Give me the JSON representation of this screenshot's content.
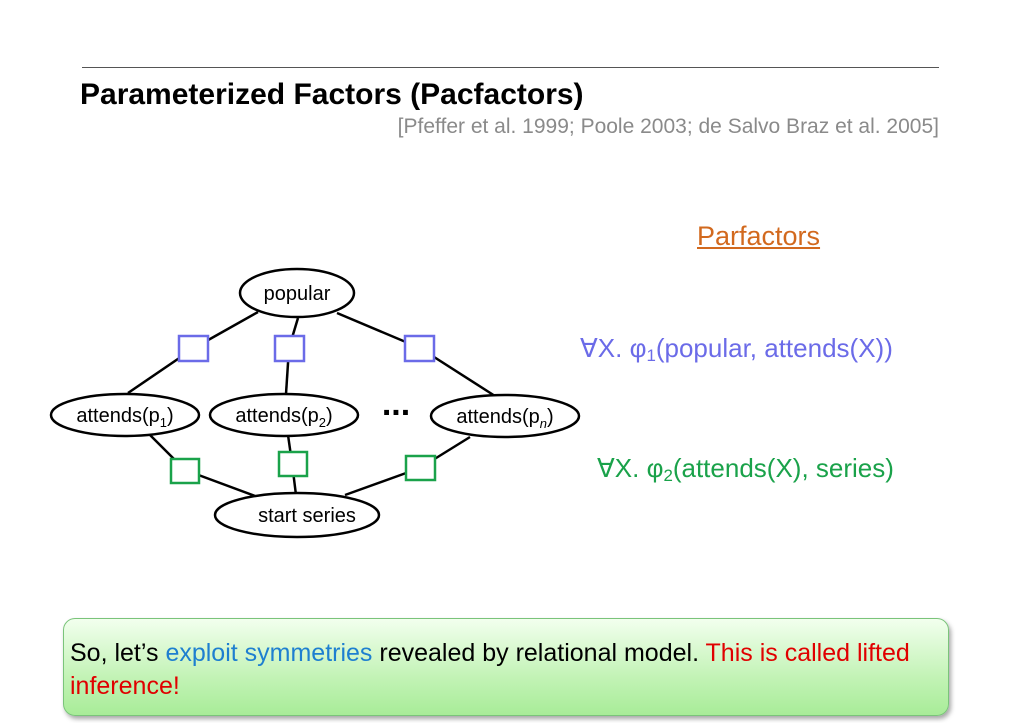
{
  "slide": {
    "title": "Parameterized Factors (Pacfactors)",
    "citation": "[Pfeffer et al. 1999; Poole 2003; de Salvo Braz et al. 2005]"
  },
  "diagram": {
    "nodes": {
      "popular": "popular",
      "attends_p1": {
        "base": "attends(p",
        "sub": "1",
        "close": ")"
      },
      "attends_p2": {
        "base": "attends(p",
        "sub": "2",
        "close": ")"
      },
      "attends_pn": {
        "base": "attends(p",
        "sub": "n",
        "close": ")"
      },
      "start_series": "start series"
    },
    "ellipsis": "...",
    "colors": {
      "factor_top": "#6b6be8",
      "factor_bottom": "#1aa24a",
      "edge": "#000000"
    }
  },
  "parfactors": {
    "heading": "Parfactors",
    "f1": {
      "prefix": "∀X. φ",
      "sub": "1",
      "rest": "(popular, attends(X))"
    },
    "f2": {
      "prefix": "∀X. φ",
      "sub": "2",
      "rest": "(attends(X), series)"
    }
  },
  "callout": {
    "part1": "So, let’s ",
    "highlight": "exploit symmetries",
    "part2": " revealed by relational model. ",
    "red_text": "This is called lifted inference!"
  }
}
